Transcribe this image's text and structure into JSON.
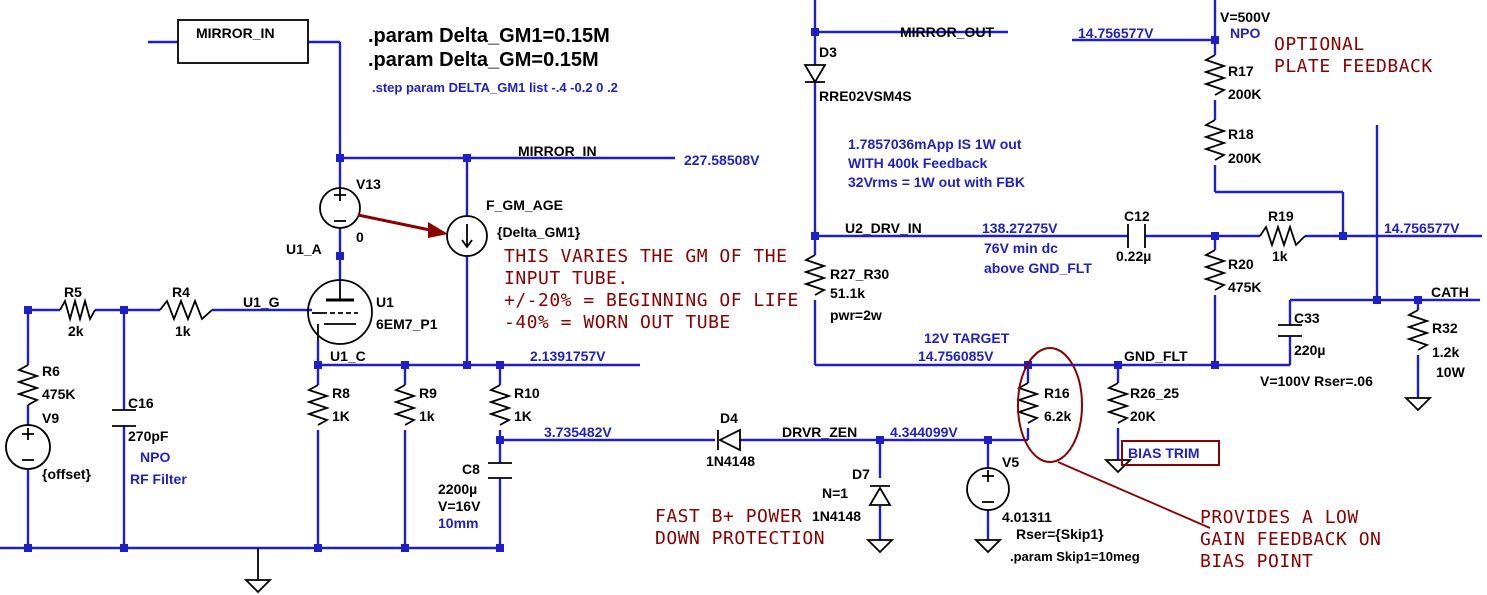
{
  "directives": {
    "param1": ".param Delta_GM1=0.15M",
    "param2": ".param Delta_GM=0.15M",
    "step": ".step param DELTA_GM1 list -.4 -0.2 0 .2"
  },
  "colors": {
    "wire": "#1f1fc8",
    "note": "#8b0000",
    "symbol": "#000000"
  },
  "nets": {
    "mirror_in_box": "MIRROR_IN",
    "mirror_in": "MIRROR_IN",
    "mirror_out": "MIRROR_OUT",
    "u1_a": "U1_A",
    "u1_g": "U1_G",
    "u1_c": "U1_C",
    "u2_drv_in": "U2_DRV_IN",
    "drvr_zen": "DRVR_ZEN",
    "gnd_flt": "GND_FLT",
    "cath": "CATH"
  },
  "voltages": {
    "mirror_in": "227.58508V",
    "u1_c": "2.1391757V",
    "c8_top": "3.735482V",
    "drvr_zen": "4.344099V",
    "u2_drv_in": "138.27275V",
    "gnd_flt": "14.756085V",
    "top_left": "14.756577V",
    "right_out": "14.756577V",
    "v5": "4.01311"
  },
  "components": {
    "V13": {
      "name": "V13",
      "value": "0"
    },
    "F_GM_AGE": {
      "name": "F_GM_AGE",
      "value": "{Delta_GM1}"
    },
    "U1": {
      "name": "U1",
      "value": "6EM7_P1"
    },
    "R5": {
      "name": "R5",
      "value": "2k"
    },
    "R4": {
      "name": "R4",
      "value": "1k"
    },
    "R6": {
      "name": "R6",
      "value": "475K"
    },
    "V9": {
      "name": "V9",
      "value": "{offset}"
    },
    "C16": {
      "name": "C16",
      "value": "270pF",
      "extra1": "NPO",
      "extra2": "RF Filter"
    },
    "R8": {
      "name": "R8",
      "value": "1K"
    },
    "R9": {
      "name": "R9",
      "value": "1k"
    },
    "R10": {
      "name": "R10",
      "value": "1K"
    },
    "C8": {
      "name": "C8",
      "value": "2200µ",
      "extra1": "V=16V",
      "extra2": "10mm"
    },
    "D4": {
      "name": "D4",
      "value": "1N4148"
    },
    "D7": {
      "name": "D7",
      "value": "1N4148",
      "extra1": "N=1"
    },
    "V5": {
      "name": "V5",
      "rser": "Rser={Skip1}",
      "param": ".param Skip1=10meg"
    },
    "D3": {
      "name": "D3",
      "value": "RRE02VSM4S"
    },
    "R27": {
      "name": "R27_R30",
      "value": "51.1k",
      "extra1": "pwr=2w"
    },
    "C12": {
      "name": "C12",
      "value": "0.22µ"
    },
    "R20": {
      "name": "R20",
      "value": "475K"
    },
    "R19": {
      "name": "R19",
      "value": "1k"
    },
    "R17": {
      "name": "R17",
      "value": "200K"
    },
    "R18": {
      "name": "R18",
      "value": "200K"
    },
    "C33": {
      "name": "C33",
      "value": "220µ",
      "extra1": "V=100V Rser=.06"
    },
    "R32": {
      "name": "R32",
      "value": "1.2k",
      "extra1": "10W"
    },
    "R16": {
      "name": "R16",
      "value": "6.2k"
    },
    "R26": {
      "name": "R26_25",
      "value": "20K"
    }
  },
  "annotations": {
    "v500": "V=500V",
    "npo": "NPO",
    "feedback_info1": "1.7857036mApp IS 1W out",
    "feedback_info2": "WITH 400k Feedback",
    "feedback_info3": "32Vrms = 1W out with FBK",
    "min_dc1": "76V min dc",
    "min_dc2": "above GND_FLT",
    "target": "12V TARGET",
    "bias_trim": "BIAS TRIM"
  },
  "notes": {
    "gm_line1": "THIS VARIES THE GM OF THE",
    "gm_line2": "INPUT TUBE.",
    "gm_line3": "+/-20% = BEGINNING OF LIFE",
    "gm_line4": "-40% = WORN OUT TUBE",
    "fast1": "FAST B+ POWER",
    "fast2": "DOWN PROTECTION",
    "plate1": "OPTIONAL",
    "plate2": "PLATE FEEDBACK",
    "low1": "PROVIDES A LOW",
    "low2": "GAIN FEEDBACK ON",
    "low3": "BIAS POINT"
  }
}
